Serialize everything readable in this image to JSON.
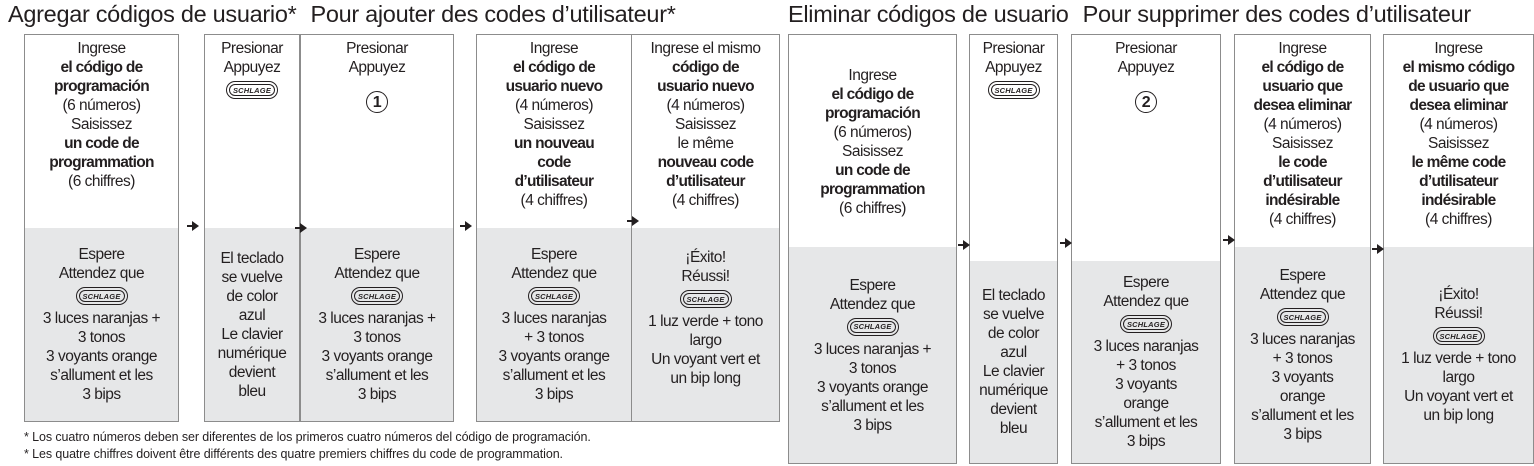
{
  "left_section": {
    "title_es": "Agregar códigos de usuario*",
    "title_fr": "Pour ajouter des codes d’utilisateur*",
    "steps": [
      {
        "top": [
          {
            "t": "Ingrese",
            "b": false
          },
          {
            "t": "el código de",
            "b": true
          },
          {
            "t": "programación",
            "b": true
          },
          {
            "t": "(6 números)",
            "b": false
          },
          {
            "t": "Saisissez",
            "b": false
          },
          {
            "t": "un code de",
            "b": true
          },
          {
            "t": "programmation",
            "b": true
          },
          {
            "t": "(6 chiffres)",
            "b": false
          }
        ],
        "bottom_pre": [
          "Espere",
          "Attendez que"
        ],
        "bottom_post": [
          "3 luces naranjas +",
          "3 tonos",
          "3 voyants orange",
          "s’allument et les",
          "3 bips"
        ]
      },
      {
        "top_pre": [
          "Presionar",
          "Appuyez"
        ],
        "bottom_pre": [
          "El teclado",
          "se vuelve",
          "de color",
          "azul",
          "Le clavier",
          "numérique",
          "devient",
          "bleu"
        ]
      },
      {
        "top_pre": [
          "Presionar",
          "Appuyez"
        ],
        "button": "1",
        "bottom_pre": [
          "Espere",
          "Attendez que"
        ],
        "bottom_post": [
          "3 luces naranjas +",
          "3 tonos",
          "3 voyants orange",
          "s’allument et les",
          "3 bips"
        ]
      },
      {
        "top": [
          {
            "t": "Ingrese",
            "b": false
          },
          {
            "t": "el código de",
            "b": true
          },
          {
            "t": "usuario nuevo",
            "b": true
          },
          {
            "t": "(4 números)",
            "b": false
          },
          {
            "t": "Saisissez",
            "b": false
          },
          {
            "t": "un nouveau",
            "b": true
          },
          {
            "t": "code",
            "b": true
          },
          {
            "t": "d’utilisateur",
            "b": true
          },
          {
            "t": "(4 chiffres)",
            "b": false
          }
        ],
        "bottom_pre": [
          "Espere",
          "Attendez que"
        ],
        "bottom_post": [
          "3 luces naranjas",
          "+ 3 tonos",
          "3 voyants orange",
          "s’allument et les",
          "3 bips"
        ]
      },
      {
        "top": [
          {
            "t": "Ingrese el mismo",
            "b": false
          },
          {
            "t": "código de",
            "b": true
          },
          {
            "t": "usuario nuevo",
            "b": true
          },
          {
            "t": "(4 números)",
            "b": false
          },
          {
            "t": "Saisissez",
            "b": false
          },
          {
            "t": "le même",
            "b": false
          },
          {
            "t": "nouveau code",
            "b": true
          },
          {
            "t": "d’utilisateur",
            "b": true
          },
          {
            "t": "(4 chiffres)",
            "b": false
          }
        ],
        "bottom_pre": [
          "¡Éxito!",
          "Réussi!"
        ],
        "bottom_post": [
          "1 luz verde + tono",
          "largo",
          "Un voyant vert et",
          "un bip long"
        ]
      }
    ],
    "footnotes": [
      "* Los cuatro números deben ser diferentes de los primeros cuatro números del código de programación.",
      "* Les quatre chiffres doivent être différents des quatre premiers chiffres du code de programmation."
    ]
  },
  "right_section": {
    "title_es": "Eliminar códigos de usuario",
    "title_fr": "Pour supprimer des codes d’utilisateur",
    "steps": [
      {
        "top": [
          {
            "t": "Ingrese",
            "b": false
          },
          {
            "t": "el código de",
            "b": true
          },
          {
            "t": "programación",
            "b": true
          },
          {
            "t": "(6 números)",
            "b": false
          },
          {
            "t": "Saisissez",
            "b": false
          },
          {
            "t": "un code de",
            "b": true
          },
          {
            "t": "programmation",
            "b": true
          },
          {
            "t": "(6 chiffres)",
            "b": false
          }
        ],
        "bottom_pre": [
          "Espere",
          "Attendez que"
        ],
        "bottom_post": [
          "3 luces naranjas +",
          "3 tonos",
          "3 voyants orange",
          "s’allument et les",
          "3 bips"
        ]
      },
      {
        "top_pre": [
          "Presionar",
          "Appuyez"
        ],
        "bottom_pre": [
          "El teclado",
          "se vuelve",
          "de color",
          "azul",
          "Le clavier",
          "numérique",
          "devient",
          "bleu"
        ]
      },
      {
        "top_pre": [
          "Presionar",
          "Appuyez"
        ],
        "button": "2",
        "bottom_pre": [
          "Espere",
          "Attendez que"
        ],
        "bottom_post": [
          "3 luces naranjas",
          "+ 3 tonos",
          "3 voyants",
          "orange",
          "s’allument et les",
          "3 bips"
        ]
      },
      {
        "top": [
          {
            "t": "Ingrese",
            "b": false
          },
          {
            "t": "el código de",
            "b": true
          },
          {
            "t": "usuario que",
            "b": true
          },
          {
            "t": "desea eliminar",
            "b": true
          },
          {
            "t": "(4 números)",
            "b": false
          },
          {
            "t": "Saisissez",
            "b": false
          },
          {
            "t": "le code",
            "b": true
          },
          {
            "t": "d’utilisateur",
            "b": true
          },
          {
            "t": "indésirable",
            "b": true
          },
          {
            "t": "(4 chiffres)",
            "b": false
          }
        ],
        "bottom_pre": [
          "Espere",
          "Attendez que"
        ],
        "bottom_post": [
          "3 luces naranjas",
          "+ 3 tonos",
          "3 voyants",
          "orange",
          "s’allument et les",
          "3 bips"
        ]
      },
      {
        "top": [
          {
            "t": "Ingrese",
            "b": false
          },
          {
            "t": "el mismo código",
            "b": true
          },
          {
            "t": "de usuario que",
            "b": true
          },
          {
            "t": "desea eliminar",
            "b": true
          },
          {
            "t": "(4 números)",
            "b": false
          },
          {
            "t": "Saisissez",
            "b": false
          },
          {
            "t": "le même code",
            "b": true
          },
          {
            "t": "d’utilisateur",
            "b": true
          },
          {
            "t": "indésirable",
            "b": true
          },
          {
            "t": "(4 chiffres)",
            "b": false
          }
        ],
        "bottom_pre": [
          "¡Éxito!",
          "Réussi!"
        ],
        "bottom_post": [
          "1 luz verde + tono",
          "largo",
          "Un voyant vert et",
          "un bip long"
        ]
      }
    ]
  },
  "logo_text": "SCHLAGE",
  "colors": {
    "text": "#231f20",
    "shade": "#e6e7e8",
    "border": "#8c8c8c"
  }
}
